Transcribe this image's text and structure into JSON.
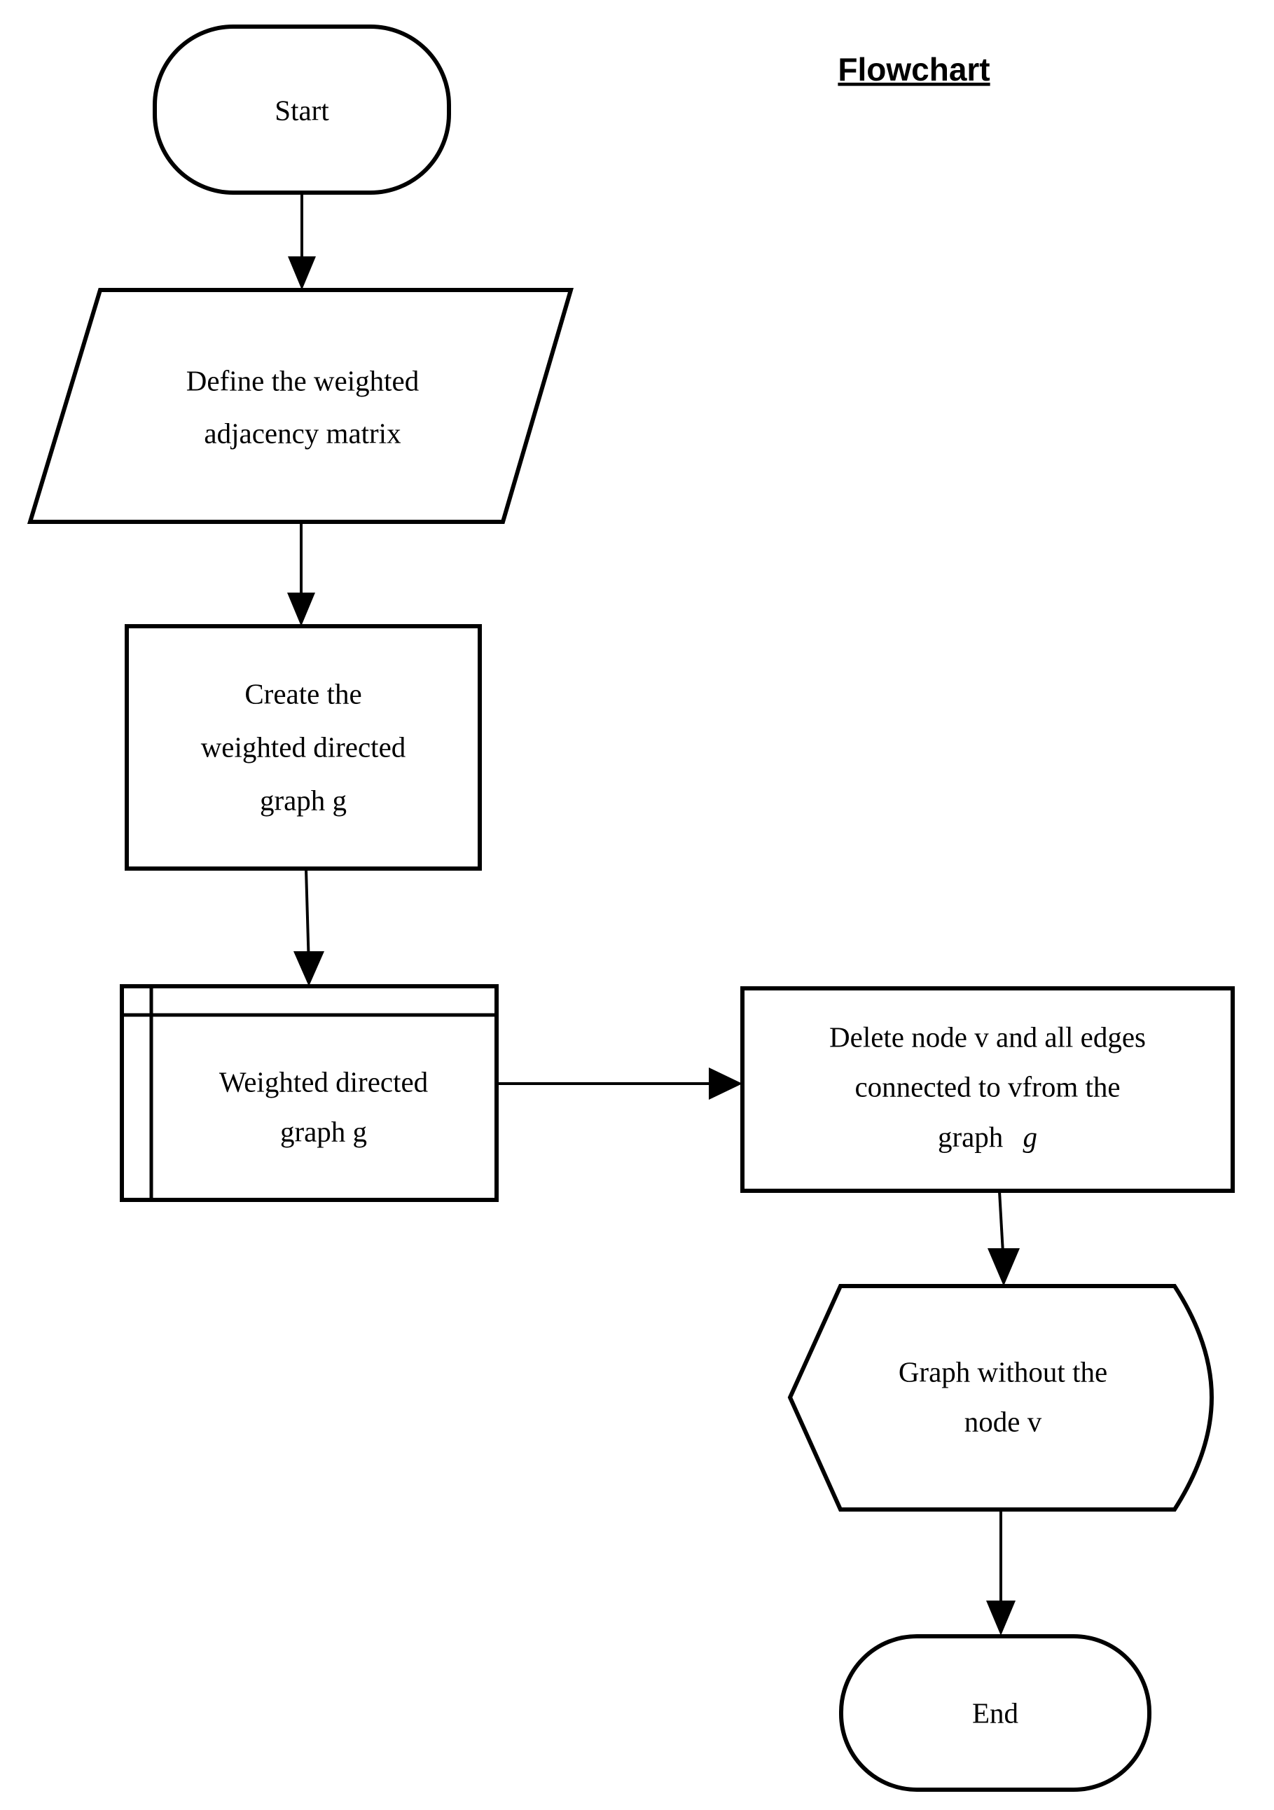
{
  "diagram": {
    "title": "Flowchart",
    "background_color": "#ffffff",
    "line_color": "#000000",
    "text_color": "#000000",
    "nodes": [
      {
        "id": "start",
        "shape": "terminator",
        "label": "Start"
      },
      {
        "id": "define-matrix",
        "shape": "parallelogram",
        "label_line1": "Define the weighted",
        "label_line2": "adjacency matrix"
      },
      {
        "id": "create-graph",
        "shape": "rectangle",
        "label_line1": "Create the",
        "label_line2": "weighted directed",
        "label_line3": "graph g"
      },
      {
        "id": "weighted-graph-data",
        "shape": "predefined-process",
        "label_line1": "Weighted  directed",
        "label_line2": "graph g"
      },
      {
        "id": "delete-node",
        "shape": "rectangle",
        "label_line1": "Delete node v and all edges",
        "label_line2": "connected to vfrom  the",
        "label_line3_plain": "graph",
        "label_line3_italic": "g"
      },
      {
        "id": "graph-without-node",
        "shape": "hexagon-display",
        "label_line1": "Graph without  the",
        "label_line2": "node v"
      },
      {
        "id": "end",
        "shape": "terminator",
        "label": "End"
      }
    ],
    "edges": [
      {
        "id": "edge-start-define",
        "from": "start",
        "to": "define-matrix",
        "direction": "down"
      },
      {
        "id": "edge-define-create",
        "from": "define-matrix",
        "to": "create-graph",
        "direction": "down"
      },
      {
        "id": "edge-create-data",
        "from": "create-graph",
        "to": "weighted-graph-data",
        "direction": "down"
      },
      {
        "id": "edge-data-delete",
        "from": "weighted-graph-data",
        "to": "delete-node",
        "direction": "right"
      },
      {
        "id": "edge-delete-graphwithout",
        "from": "delete-node",
        "to": "graph-without-node",
        "direction": "down"
      },
      {
        "id": "edge-graphwithout-end",
        "from": "graph-without-node",
        "to": "end",
        "direction": "down"
      }
    ]
  }
}
